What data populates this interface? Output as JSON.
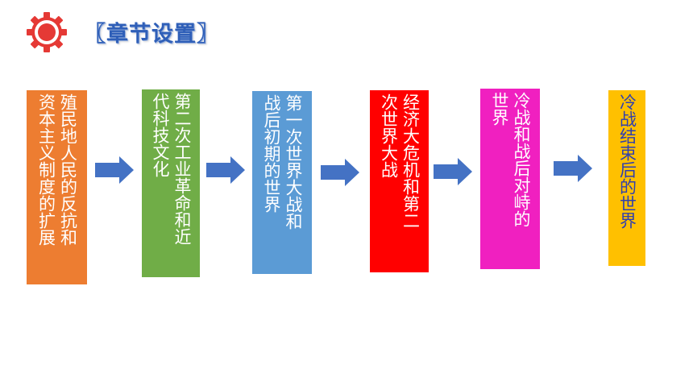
{
  "header": {
    "title": "〖章节设置〗",
    "icon": "gear-icon",
    "icon_color": "#e53935"
  },
  "flow": {
    "steps": [
      {
        "lines": [
          "殖民地人民的反抗和",
          "资本主义制度的扩展"
        ],
        "color": "#ed7d31",
        "text_color": "#ffffff"
      },
      {
        "lines": [
          "第二次工业革命和近",
          "代科技文化"
        ],
        "color": "#70ad47",
        "text_color": "#ffffff"
      },
      {
        "lines": [
          "第一次世界大战和",
          "战后初期的世界"
        ],
        "color": "#5b9bd5",
        "text_color": "#ffffff"
      },
      {
        "lines": [
          "经济大危机和第二",
          "次世界大战"
        ],
        "color": "#ff0000",
        "text_color": "#ffffff"
      },
      {
        "lines": [
          "冷战和战后对峙的",
          "世界"
        ],
        "color": "#f020c0",
        "text_color": "#ffffff"
      },
      {
        "lines": [
          "冷战结束后的世界"
        ],
        "color": "#ffc000",
        "text_color": "#2f3fb0"
      }
    ],
    "arrow_color": "#4472c4",
    "arrow_icon": "right-arrow-icon"
  }
}
